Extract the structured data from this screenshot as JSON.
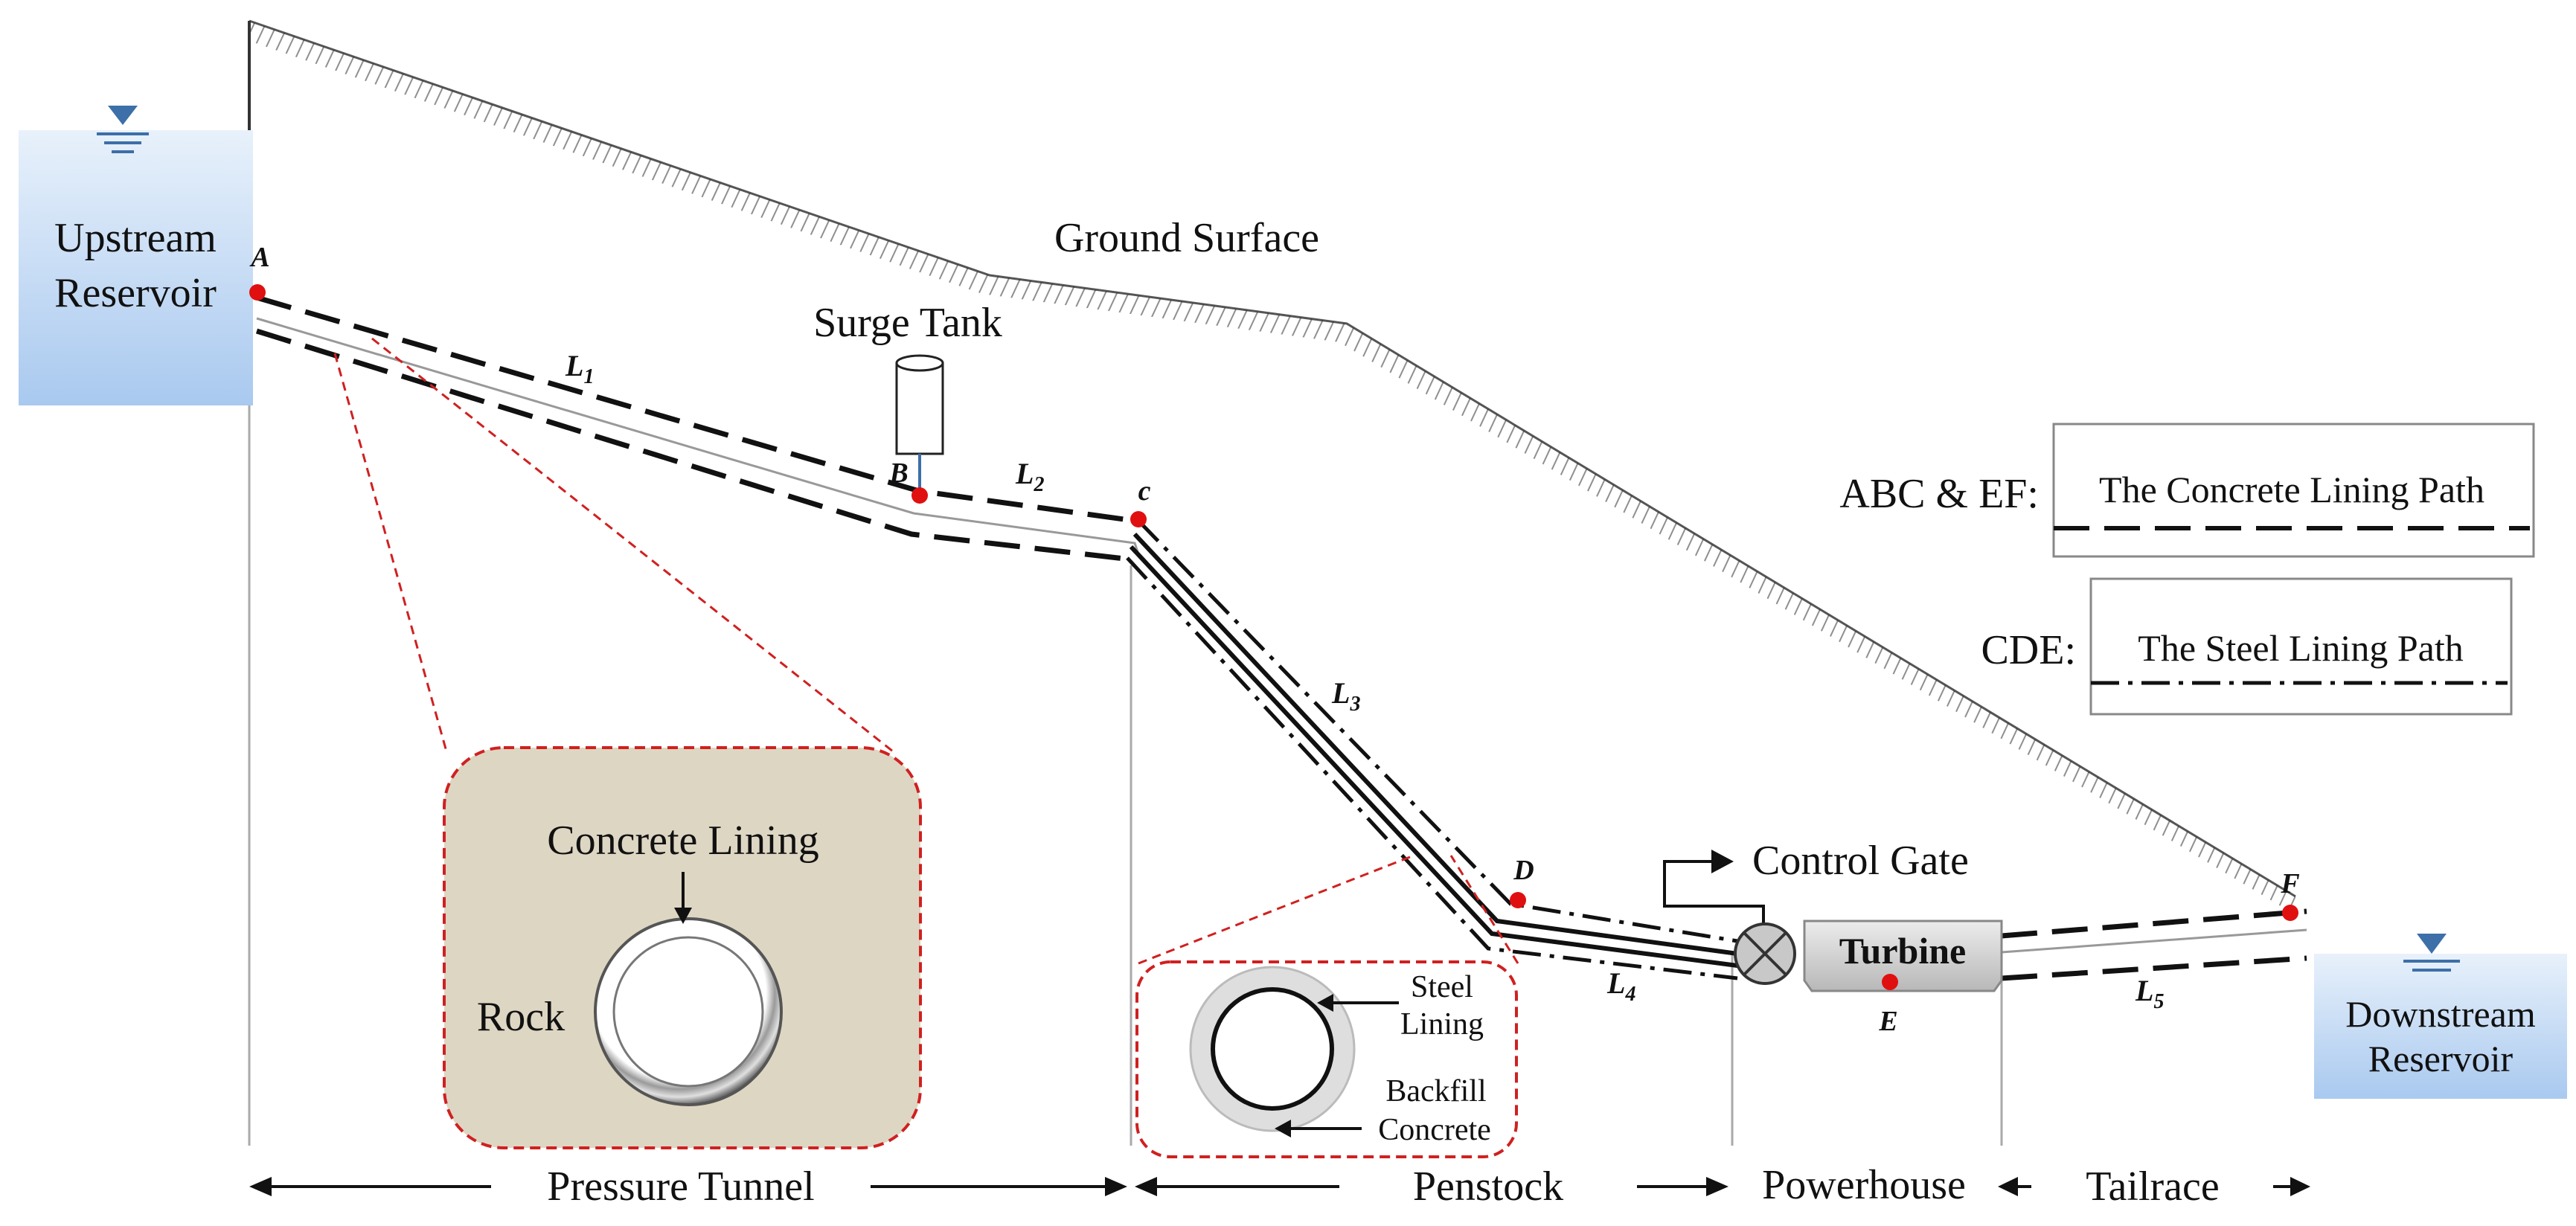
{
  "reservoirs": {
    "upstream": {
      "line1": "Upstream",
      "line2": "Reservoir"
    },
    "downstream": {
      "line1": "Downstream",
      "line2": "Reservoir"
    }
  },
  "labels": {
    "ground_surface": "Ground Surface",
    "surge_tank": "Surge Tank",
    "control_gate": "Control Gate",
    "turbine": "Turbine"
  },
  "points": {
    "a": "A",
    "b": "B",
    "c": "c",
    "d": "D",
    "e": "E",
    "f": "F"
  },
  "segments": {
    "l1": {
      "letter": "L",
      "sub": "1"
    },
    "l2": {
      "letter": "L",
      "sub": "2"
    },
    "l3": {
      "letter": "L",
      "sub": "3"
    },
    "l4": {
      "letter": "L",
      "sub": "4"
    },
    "l5": {
      "letter": "L",
      "sub": "5"
    }
  },
  "legend": {
    "concrete": {
      "key": "ABC & EF:",
      "text": "The Concrete Lining Path"
    },
    "steel": {
      "key": "CDE:",
      "text": "The Steel Lining Path"
    }
  },
  "tunnel_detail": {
    "concrete_lining": "Concrete Lining",
    "rock": "Rock"
  },
  "penstock_detail": {
    "steel_line1": "Steel",
    "steel_line2": "Lining",
    "backfill_line1": "Backfill",
    "backfill_line2": "Concrete"
  },
  "sections": {
    "pressure_tunnel": "Pressure Tunnel",
    "penstock": "Penstock",
    "powerhouse": "Powerhouse",
    "tailrace": "Tailrace"
  },
  "colors": {
    "reservoir_top": "#e8f1fb",
    "reservoir_bottom": "#a9c9ef",
    "water_marker": "#3d6fa8",
    "point_marker": "#e01010",
    "detail_border": "#d02020",
    "rock_fill": "#ddd6c3",
    "turbine_fill": "#cfcfcf"
  }
}
